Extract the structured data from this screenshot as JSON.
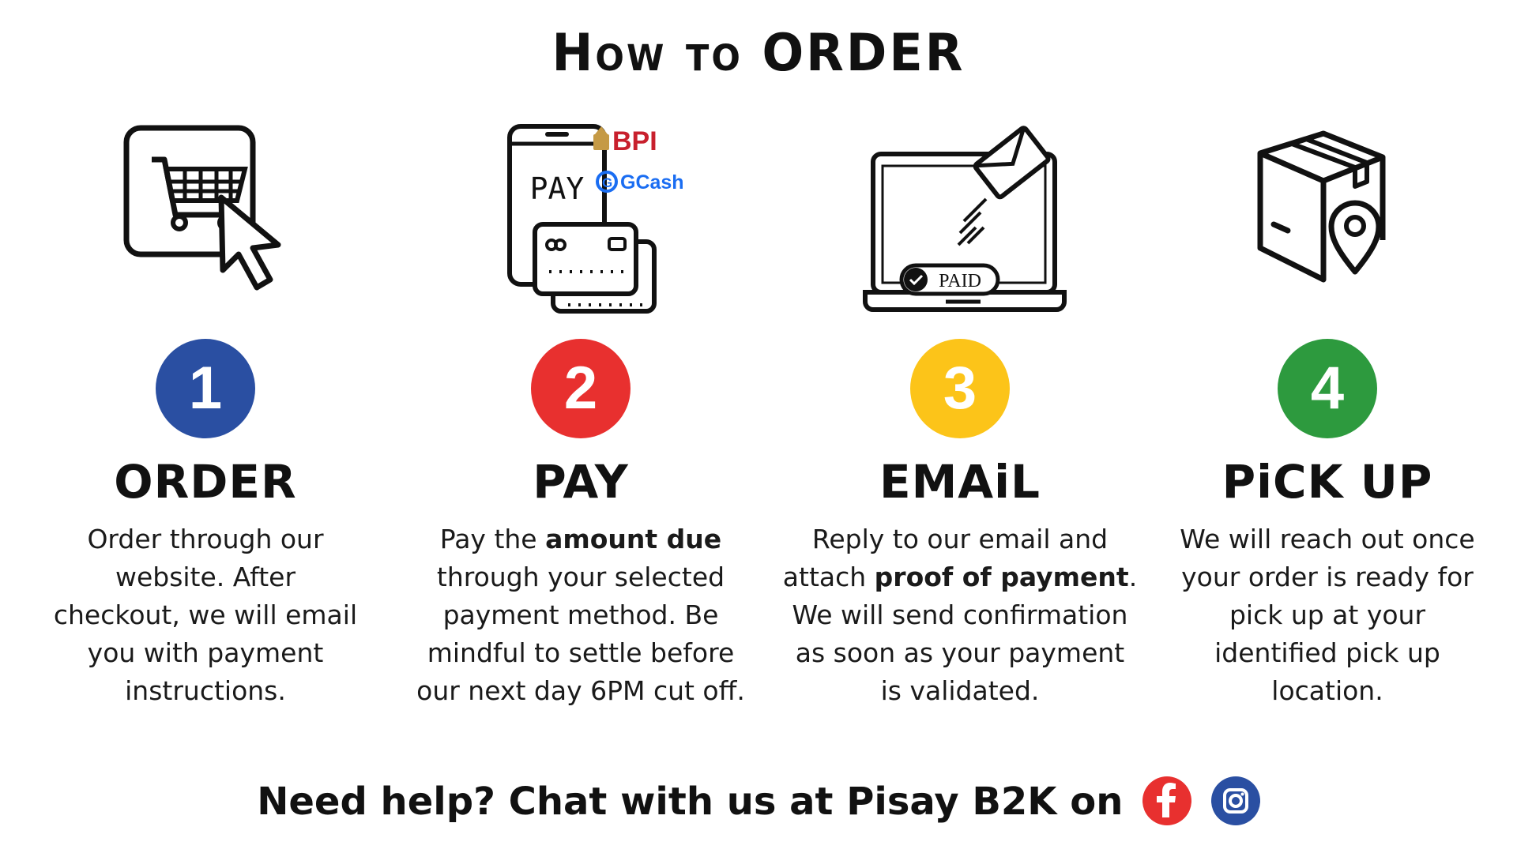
{
  "title": "How to ORDER",
  "colors": {
    "blue": "#2a4fa2",
    "red": "#e8302f",
    "yellow": "#fcc419",
    "green": "#2d9a3e",
    "facebook": "#e8302f",
    "instagram": "#2a4fa2"
  },
  "steps": [
    {
      "number": "1",
      "title": "ORDER",
      "icon": "cart-cursor-icon",
      "desc": "Order through our website. After checkout, we will email you with payment instructions."
    },
    {
      "number": "2",
      "title": "PAY",
      "icon": "phone-card-icon",
      "desc_before": "Pay the ",
      "desc_bold": "amount due",
      "desc_after": " through your selected payment method. Be mindful to settle before our next day 6PM cut off."
    },
    {
      "number": "3",
      "title": "EMAiL",
      "icon": "laptop-email-icon",
      "desc_before": "Reply to our email and attach ",
      "desc_bold": "proof of payment",
      "desc_after": ". We will send confirmation as soon as your payment is validated."
    },
    {
      "number": "4",
      "title": "PiCK UP",
      "icon": "box-location-icon",
      "desc": "We will reach out once your order is ready for pick up at your identified pick up location."
    }
  ],
  "pay_icon": {
    "screen_text": "PAY",
    "bank_label": "BPI",
    "wallet_label": "GCash"
  },
  "email_icon": {
    "paid_label": "PAID"
  },
  "footer": {
    "text": "Need help? Chat with us at Pisay B2K on"
  }
}
